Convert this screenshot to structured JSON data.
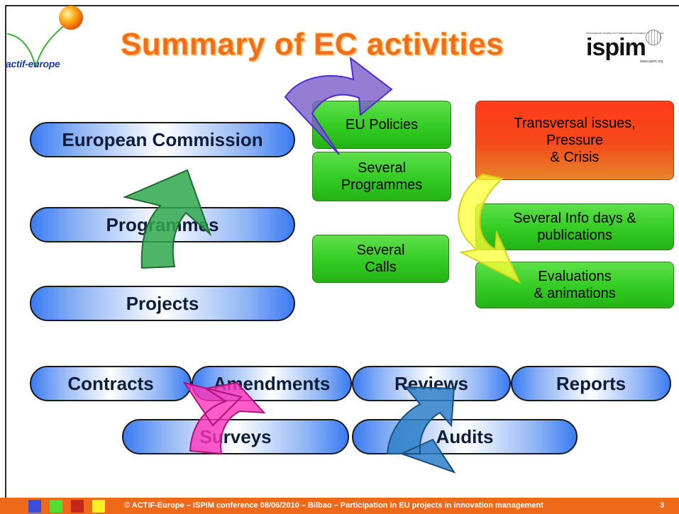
{
  "slide": {
    "title": "Summary of EC activities",
    "logo_left": "actif-europe",
    "logo_right": {
      "name": "ispim",
      "tagline": "International Society for Professional Innovation Management",
      "url": "www.ispim.org"
    }
  },
  "left_pills": {
    "european_commission": "European Commission",
    "programmes": "Programmes",
    "projects": "Projects"
  },
  "bottom_pills": {
    "contracts": "Contracts",
    "amendments": "Amendments",
    "reviews": "Reviews",
    "reports": "Reports",
    "surveys": "Surveys",
    "audits": "Audits"
  },
  "boxes": {
    "eu_policies": "EU Policies",
    "several_programmes": "Several\nProgrammes",
    "several_calls": "Several\nCalls",
    "transversal": "Transversal issues,\nPressure\n& Crisis",
    "info_days": "Several Info days &\npublications",
    "evaluations": "Evaluations\n& animations"
  },
  "colors": {
    "title": "#f26a1b",
    "footer_bg": "#ee6a1a",
    "box_green": "#33cc22",
    "box_red": "#f44b1a",
    "pill_blue": "#3a7bf2",
    "arrow_purple": "#7b5cc8",
    "arrow_green": "#2fa84e",
    "arrow_yellow": "#ffff33",
    "arrow_pink": "#ff33bb",
    "arrow_blue": "#2e7fc8",
    "footer_squares": [
      "#3b4fd6",
      "#55dd33",
      "#c4261a",
      "#ffee22"
    ]
  },
  "footer": {
    "text": "© ACTIF-Europe – ISPIM conference 08/06/2010 – Bilbao – Participation in EU projects in innovation management",
    "page": "3"
  }
}
